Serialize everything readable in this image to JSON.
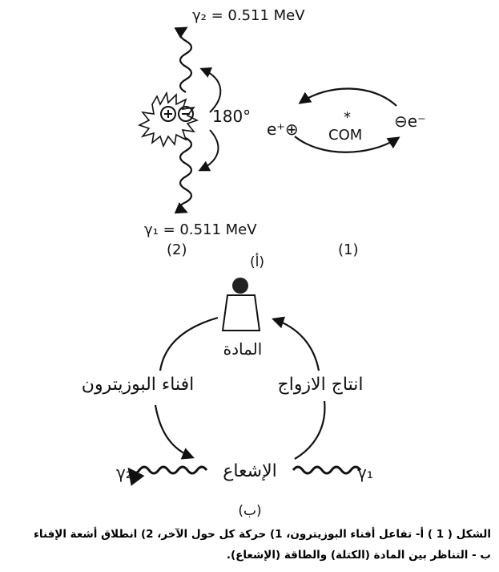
{
  "figure": {
    "part2": {
      "gamma_top": "γ₂ = 0.511 MeV",
      "gamma_bottom": "γ₁ = 0.511 MeV",
      "angle": "180°",
      "particles": "⊕⊖",
      "label": "(2)"
    },
    "part1": {
      "positron": "e⁺⊕",
      "electron": "⊖e⁻",
      "center": "COM",
      "center_marker": "*",
      "label": "(1)"
    },
    "part_a_label": "(أ)",
    "part_b": {
      "matter_label": "المادة",
      "left_process": "افناء البوزيترون",
      "right_process": "انتاج الازواج",
      "radiation_label": "الإشعاع",
      "gamma_left": "γ₂",
      "gamma_right": "γ₁",
      "label": "(ب)"
    }
  },
  "caption": {
    "line1": "الشكل ( 1 ) أ- تفاعل أفناء البوزيترون، 1) حركة كل حول الآخر، 2) انطلاق أشعة الإفناء",
    "line2": "ب - التناظر بين المادة (الكتلة) والطاقة (الإشعاع)."
  }
}
